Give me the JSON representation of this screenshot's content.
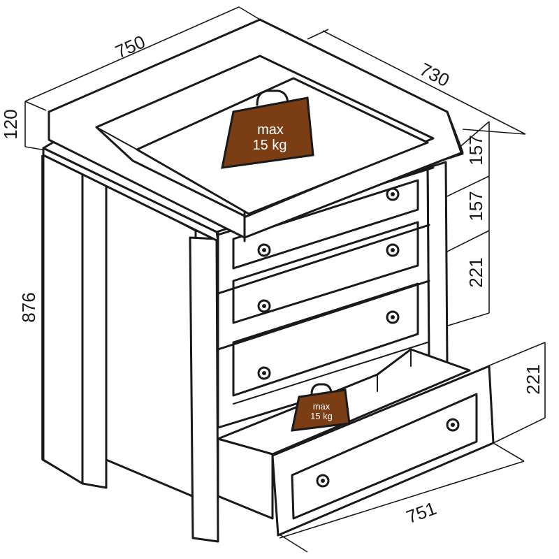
{
  "dimensions": {
    "width": "750",
    "depth": "730",
    "rim_height": "120",
    "total_height": "876",
    "drawer_top_1": "157",
    "drawer_top_2": "157",
    "drawer_3": "221",
    "drawer_open": "221",
    "drawer_open_depth": "751"
  },
  "weight_top": {
    "line1": "max",
    "line2": "15 kg"
  },
  "weight_drawer": {
    "line1": "max",
    "line2": "15 kg"
  },
  "colors": {
    "weight_fill": "#7a3d14",
    "line": "#1a1a1a"
  }
}
